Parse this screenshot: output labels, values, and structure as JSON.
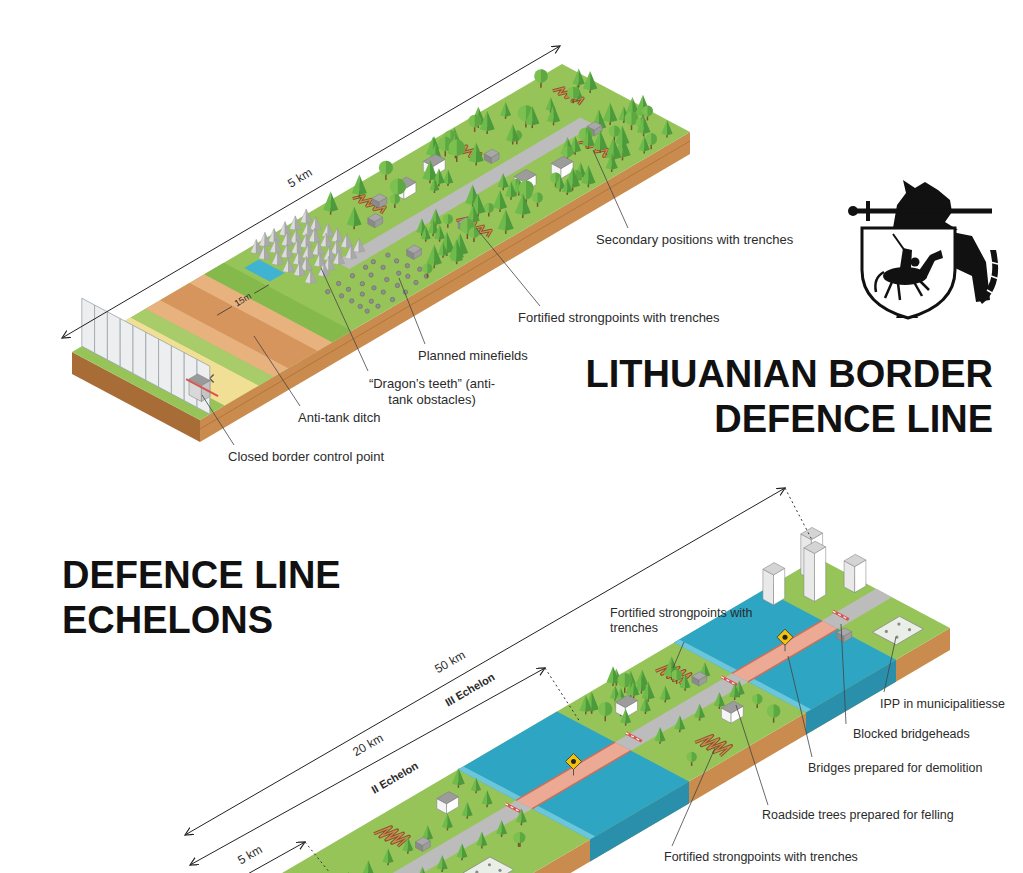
{
  "diagram": {
    "title": "LITHUANIAN BORDER DEFENCE LINE",
    "labels": [
      "5 km",
      "15m",
      "Secondary positions with trenches",
      "Fortified strongpoints with trenches",
      "Planned minefields",
      "“Dragon’s teeth” (anti-tank obstacles)",
      "Anti-tank ditch",
      "Closed border control point",
      "DEFENCE LINE ECHELONS",
      "Fortified strongpoints with trenches",
      "50 km",
      "III Echelon",
      "IPP in municipalitiesse",
      "Blocked bridgeheads",
      "20 km",
      "II Echelon",
      "Bridges prepared for demolition",
      "Roadside trees prepared for felling",
      "5 km",
      "Fortified strongpoints with trenches"
    ]
  }
}
